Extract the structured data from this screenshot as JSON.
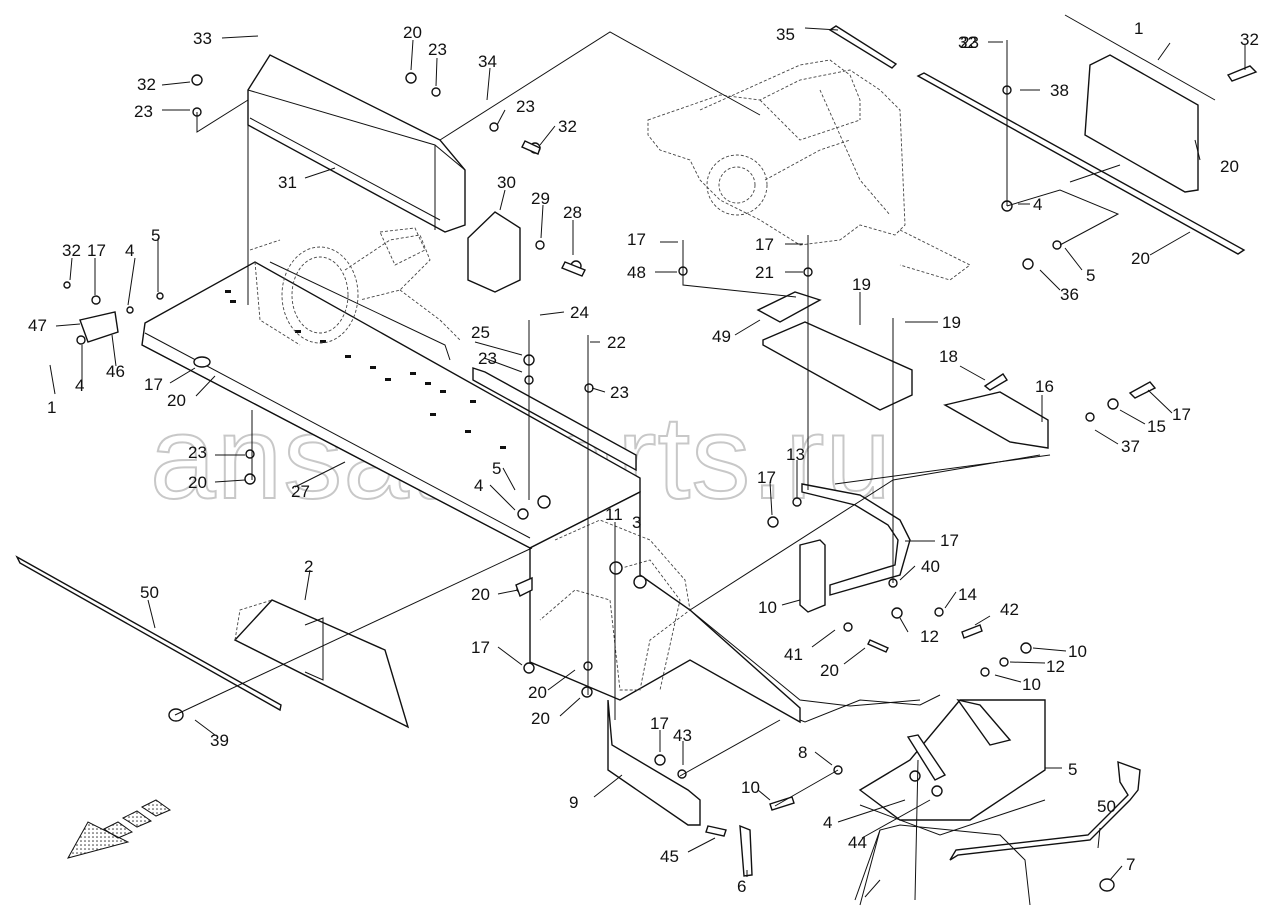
{
  "watermark": "ansat-parts.ru",
  "callouts": [
    "33",
    "32",
    "23",
    "31",
    "20",
    "23",
    "34",
    "23",
    "32",
    "30",
    "29",
    "28",
    "32",
    "17",
    "4",
    "5",
    "47",
    "1",
    "4",
    "46",
    "17",
    "20",
    "25",
    "24",
    "23",
    "22",
    "23",
    "23",
    "20",
    "27",
    "5",
    "4",
    "35",
    "32",
    "17",
    "48",
    "49",
    "17",
    "21",
    "19",
    "19",
    "18",
    "16",
    "15",
    "17",
    "37",
    "1",
    "32",
    "23",
    "38",
    "20",
    "4",
    "5",
    "36",
    "20",
    "17",
    "13",
    "17",
    "40",
    "10",
    "14",
    "42",
    "41",
    "20",
    "12",
    "10",
    "12",
    "10",
    "11",
    "3",
    "2",
    "50",
    "39",
    "20",
    "17",
    "20",
    "20",
    "17",
    "43",
    "9",
    "10",
    "8",
    "5",
    "4",
    "44",
    "45",
    "6",
    "50",
    "7"
  ]
}
